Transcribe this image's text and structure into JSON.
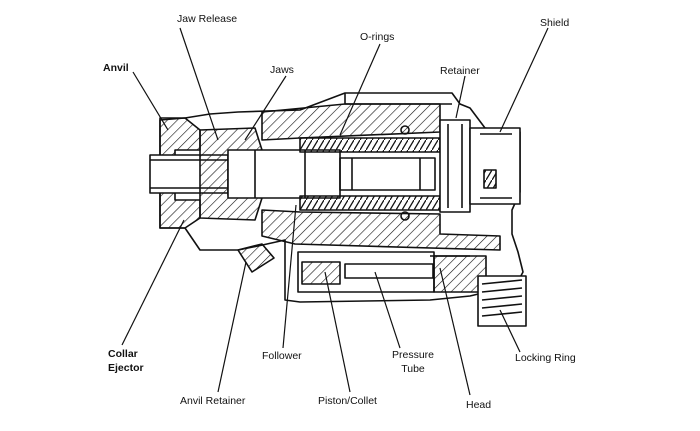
{
  "labels": {
    "anvil": "Anvil",
    "jaw_release": "Jaw Release",
    "jaws": "Jaws",
    "o_rings": "O-rings",
    "retainer": "Retainer",
    "shield": "Shield",
    "collar_ejector_1": "Collar",
    "collar_ejector_2": "Ejector",
    "anvil_retainer": "Anvil Retainer",
    "follower": "Follower",
    "piston_collet": "Piston/Collet",
    "pressure_tube_1": "Pressure",
    "pressure_tube_2": "Tube",
    "head": "Head",
    "locking_ring": "Locking Ring"
  },
  "colors": {
    "ink": "#111111",
    "background": "#ffffff"
  }
}
